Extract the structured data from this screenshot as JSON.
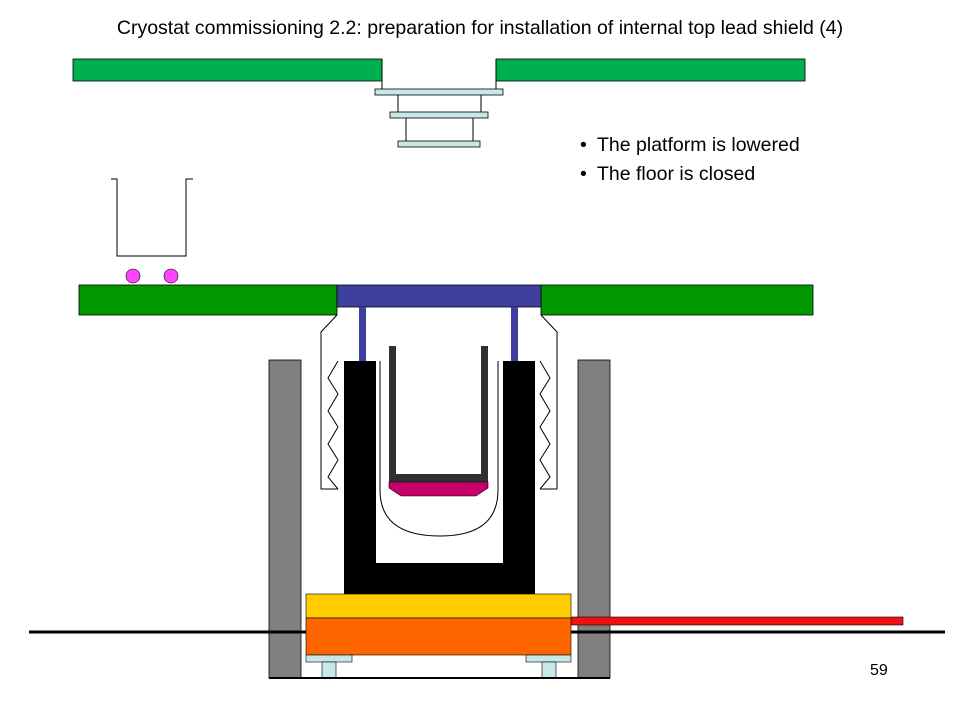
{
  "slide": {
    "title": "Cryostat commissioning 2.2: preparation for installation of internal top lead shield (4)",
    "bullets": [
      "The platform is lowered",
      "The floor is closed"
    ],
    "bullet_glyph": "•",
    "page_number": "59"
  },
  "colors": {
    "floor_green": "#00B050",
    "platform_green": "#009A00",
    "crane_part": "#C8E8E8",
    "platform_center": "#3F3F9F",
    "lead_shield": "#000000",
    "inner_vessel": "#303030",
    "vessel_bottom": "#C8006A",
    "trolley_wheels": "#FF44FF",
    "wall_gray": "#808080",
    "base_yellow": "#FFCC00",
    "base_orange": "#FF6600",
    "rail_red": "#EE1111",
    "feet": "#C8E8E8"
  }
}
